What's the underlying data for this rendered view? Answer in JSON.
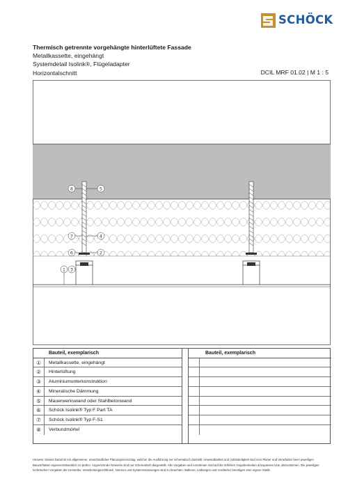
{
  "brand": {
    "name": "SCHÖCK",
    "color": "#1f5c9e",
    "accent": "#c9912e"
  },
  "header": {
    "title": "Thermisch getrennte vorgehängte hinterlüftete Fassade",
    "lines": [
      "Metallkassette, eingehängt",
      "Systemdetail Isolink®, Flügeladapter",
      "Horizontalschnitt"
    ],
    "code": "DCIL MRF 01.02   |   M 1 : 5"
  },
  "drawing": {
    "callouts": [
      "8",
      "5",
      "7",
      "4",
      "6",
      "2",
      "1",
      "3"
    ],
    "colors": {
      "wall": "#bdbdbd",
      "insulation": "#ffffff",
      "line": "#333333"
    }
  },
  "legend": {
    "left_header": "Bauteil, exemplarisch",
    "right_header": "Bauteil, exemplarisch",
    "items": [
      {
        "num": "①",
        "label": "Metallkassette, eingehängt"
      },
      {
        "num": "②",
        "label": "Hinterlüftung"
      },
      {
        "num": "③",
        "label": "Aluminiumunterkonstruktion"
      },
      {
        "num": "④",
        "label": "Mineralische Dämmung"
      },
      {
        "num": "⑤",
        "label": "Mauerwerkswand oder Stahlbetonwand"
      },
      {
        "num": "⑥",
        "label": "Schöck Isolink® Typ F Part TA"
      },
      {
        "num": "⑦",
        "label": "Schöck Isolink® Typ F-S1"
      },
      {
        "num": "⑧",
        "label": "Verbundmörtel"
      }
    ]
  },
  "note": "Hinweis: Dieses Detail ist ein allgemeiner, unverbindlicher Planungsvorschlag, welcher die Ausführung nur schematisch darstellt. Anwendbarkeit und Vollständigkeit sind vom Planer und Verarbeiter beim jeweiligen Bauvorhaben eigenverantwortlich zu prüfen. Angrenzende Gewerke sind nur schematisch dargestellt. Alle Vorgaben und Annahmen sind auf die örtlichen Gegebenheiten anzupassen bzw. abzustimmen. Die jeweiligen technischen Vorgaben der Hersteller, Verarbeitungsrichtlinien, Normen und Systemzulassungen sind zu beachten. Balkone, Laibungen und Vordächer benötigen eine eigene Statik."
}
